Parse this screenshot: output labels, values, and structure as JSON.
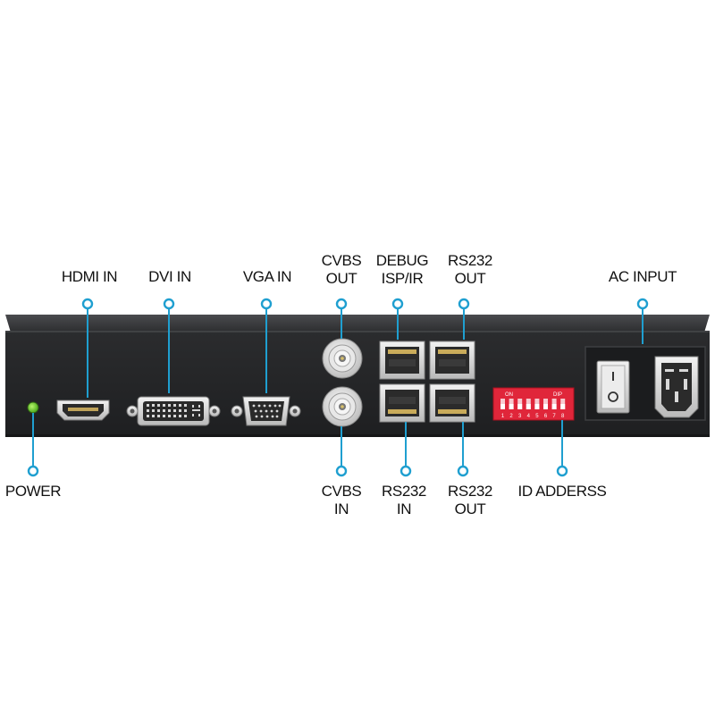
{
  "labels": {
    "hdmi_in": "HDMI IN",
    "dvi_in": "DVI IN",
    "vga_in": "VGA IN",
    "cvbs_out": [
      "CVBS",
      "OUT"
    ],
    "debug": [
      "DEBUG",
      "ISP/IR"
    ],
    "rs232_out_top": [
      "RS232",
      "OUT"
    ],
    "ac_input": "AC INPUT",
    "power": "POWER",
    "cvbs_in": [
      "CVBS",
      "IN"
    ],
    "rs232_in": [
      "RS232",
      "IN"
    ],
    "rs232_out_bottom": [
      "RS232",
      "OUT"
    ],
    "id_address": "ID ADDERSS"
  },
  "dip_switch": {
    "on_label": "ON",
    "dip_label": "DIP",
    "numbers": [
      "1",
      "2",
      "3",
      "4",
      "5",
      "6",
      "7",
      "8"
    ]
  },
  "colors": {
    "callout": "#1f9fd0",
    "chassis": "#252628",
    "dip_switch": "#e0263a",
    "power_led": "#6fd12c"
  }
}
